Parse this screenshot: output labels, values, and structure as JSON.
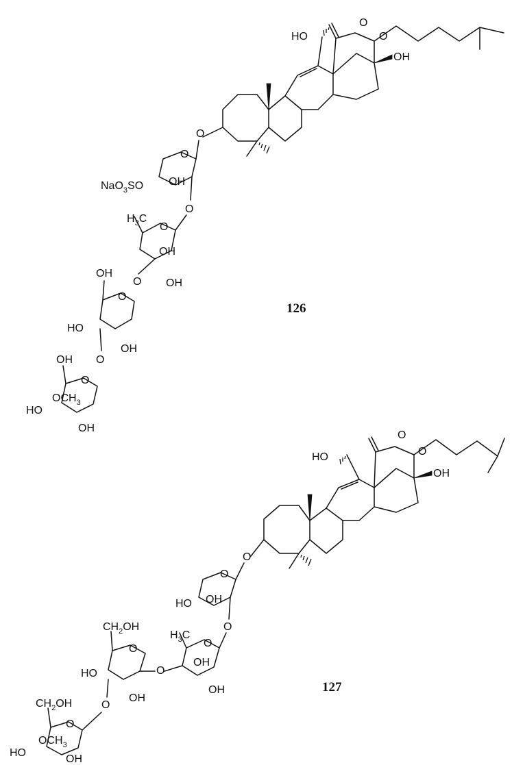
{
  "compounds": [
    {
      "id": "126",
      "labels": {
        "ho_c12": "HO",
        "oh_c17": "OH",
        "lactone_o": "O",
        "ring_o": "O",
        "glycosidic_o1": "O",
        "xylose_ring_o": "O",
        "sulfate_na": "NaO",
        "sulfate_o3": "3",
        "sulfate_so": "SO",
        "xyl_oh": "OH",
        "glycosidic_o2": "O",
        "qui_h3c": "H",
        "qui_h3c_sub": "3",
        "qui_c": "C",
        "qui_ring_o": "O",
        "qui_oh1": "OH",
        "qui_oh2": "OH",
        "glycosidic_o3": "O",
        "glc_oh_top": "OH",
        "glc_ring_o": "O",
        "glc_ho": "HO",
        "glc_oh": "OH",
        "glycosidic_o4": "O",
        "mg_oh_top": "OH",
        "mg_ring_o": "O",
        "mg_och3": "OCH",
        "mg_och3_sub": "3",
        "mg_ho": "HO",
        "mg_oh": "OH"
      }
    },
    {
      "id": "127",
      "labels": {
        "ho_c12": "HO",
        "oh_c17": "OH",
        "lactone_o": "O",
        "ring_o": "O",
        "glycosidic_o1": "O",
        "xylose_ring_o": "O",
        "xyl_ho": "HO",
        "xyl_oh": "OH",
        "glycosidic_o2": "O",
        "qui_h3c": "H",
        "qui_h3c_sub": "3",
        "qui_c": "C",
        "qui_ring_o": "O",
        "qui_oh1": "OH",
        "qui_oh2": "OH",
        "glycosidic_o3": "O",
        "glc_ch2oh": "CH",
        "glc_ch2oh_sub": "2",
        "glc_ch2oh_end": "OH",
        "glc_ring_o": "O",
        "glc_ho": "HO",
        "glc_oh": "OH",
        "glycosidic_o4": "O",
        "mg_ch2oh": "CH",
        "mg_ch2oh_sub": "2",
        "mg_ch2oh_end": "OH",
        "mg_ring_o": "O",
        "mg_och3": "OCH",
        "mg_och3_sub": "3",
        "mg_ho": "HO",
        "mg_oh": "OH"
      }
    }
  ]
}
